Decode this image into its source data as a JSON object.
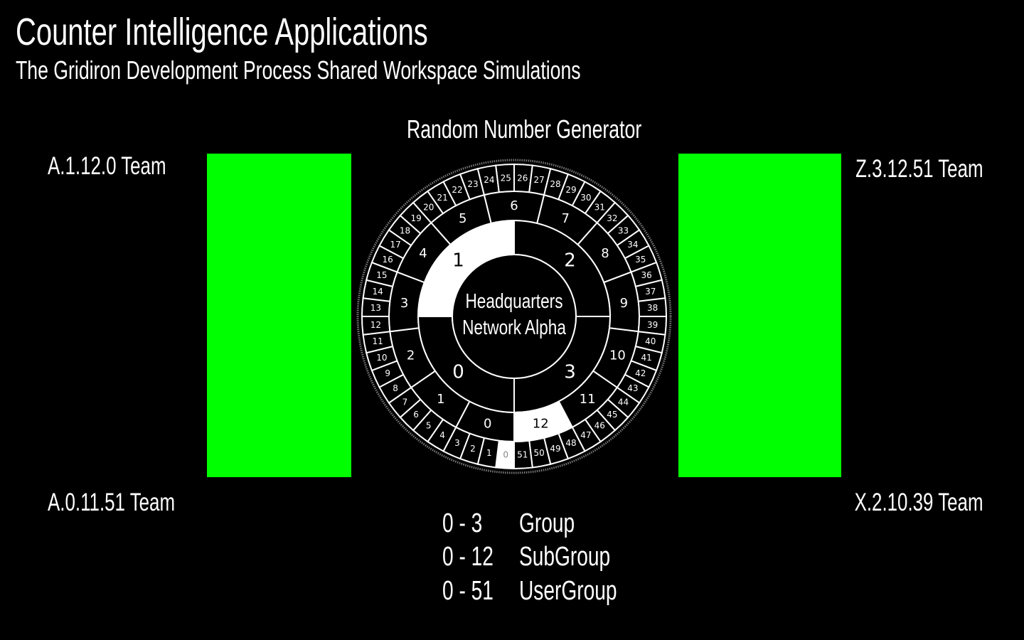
{
  "header": {
    "title": "Counter Intelligence Applications",
    "subtitle": "The Gridiron Development Process Shared Workspace Simulations"
  },
  "diagram": {
    "title": "Random Number Generator",
    "center_label_line1": "Headquarters",
    "center_label_line2": "Network Alpha",
    "rings": [
      {
        "name": "Group",
        "count": 4,
        "highlighted": 1
      },
      {
        "name": "SubGroup",
        "count": 13,
        "highlighted": 12
      },
      {
        "name": "UserGroup",
        "count": 52,
        "highlighted": 0
      }
    ],
    "colors": {
      "panel": "#00ff00",
      "highlight": "#ffffff",
      "background": "#000000"
    }
  },
  "teams": {
    "top_left": "A.1.12.0 Team",
    "top_right": "Z.3.12.51 Team",
    "bottom_left": "A.0.11.51 Team",
    "bottom_right": "X.2.10.39 Team"
  },
  "legend": [
    {
      "range": "0 - 3",
      "label": "Group"
    },
    {
      "range": "0 - 12",
      "label": "SubGroup"
    },
    {
      "range": "0 - 51",
      "label": "UserGroup"
    }
  ]
}
